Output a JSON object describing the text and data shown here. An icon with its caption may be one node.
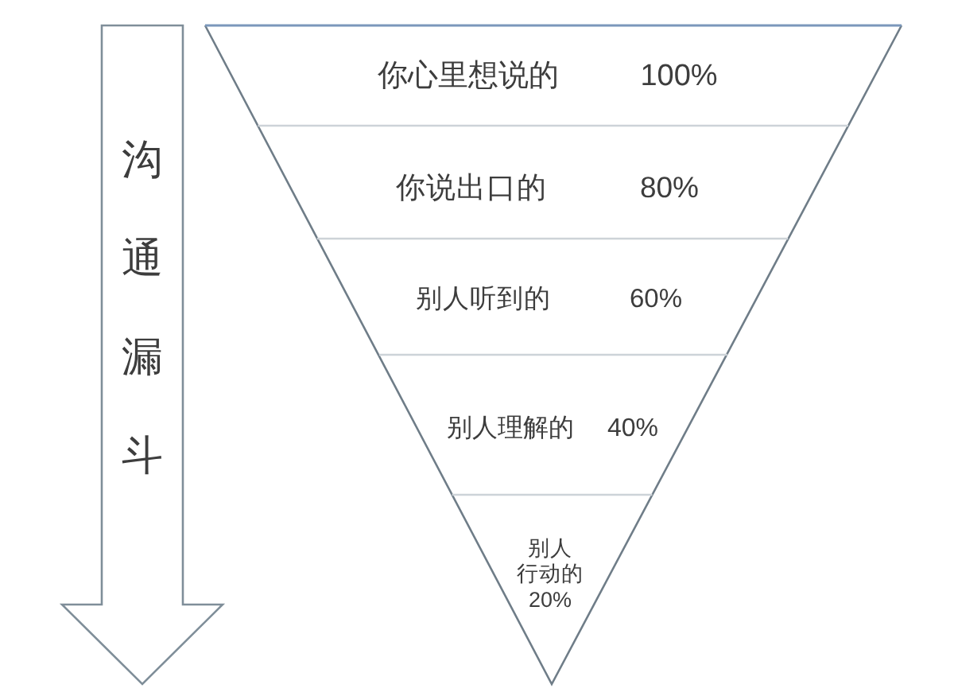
{
  "diagram": {
    "nodes": [
      {
        "text": [
          "沟通漏斗"
        ]
      },
      {
        "text": [],
        "shape": "triangle"
      },
      {
        "text": [
          "你心里想说的",
          "100%"
        ],
        "in": 1
      },
      {
        "text": [
          "你说出口的",
          "80%"
        ],
        "in": 1
      },
      {
        "text": [
          "别人听到的",
          "60%"
        ],
        "in": 1
      },
      {
        "text": [
          "别人理解的",
          "40%"
        ],
        "in": 1
      },
      {
        "text": [
          "别人行动的",
          "20%"
        ],
        "in": 1
      }
    ]
  }
}
